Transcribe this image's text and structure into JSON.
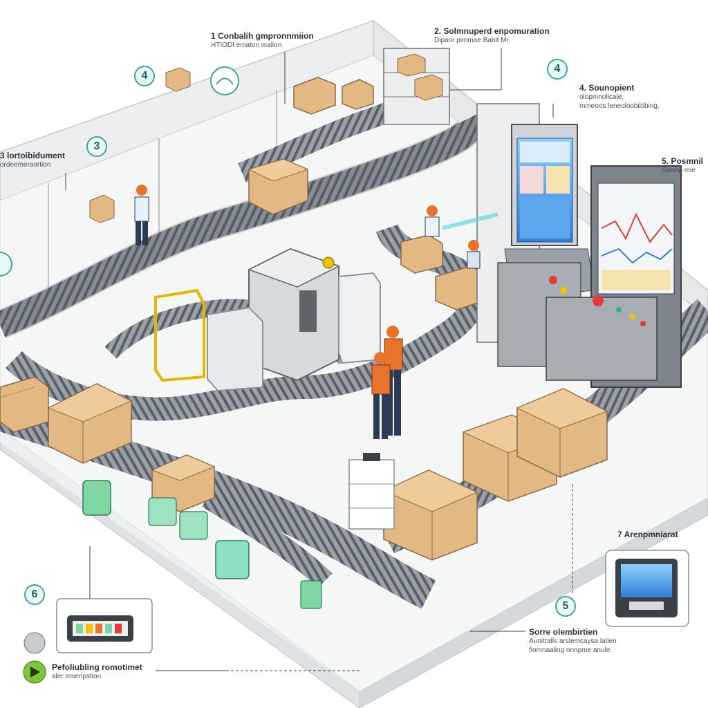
{
  "callouts": {
    "c1": {
      "head": "1 Conbalih gmpronnmiion",
      "sub": "HTIODI ematon malion"
    },
    "c2": {
      "head": "2. Solmnuperd enpomuration",
      "sub": "Dipaor pimmae Babit Mr,"
    },
    "c3": {
      "head": "3 lortoibidument",
      "sub": "ordeemeraortion"
    },
    "c4": {
      "head": "4. Sounopient",
      "sub": "olopmnolicale,",
      "sub2": "mmeoos leneoloobiitibing,"
    },
    "c5": {
      "head": "5. Posmnil",
      "sub": "Gpaop mie"
    },
    "c7": {
      "head": "7 Arenpmniarat"
    },
    "c8": {
      "head": "Sorre olembirtien",
      "sub": "Aunitralls arslemcaysa latlen",
      "sub2": "fiomnaaling onnpme anule."
    },
    "c9": {
      "head": "Pefoliubling romotimet",
      "sub": "aler emenpstion"
    }
  },
  "badges": {
    "b4a": "4",
    "b3": "3",
    "b4b": "4",
    "b5": "5",
    "b6": "6"
  },
  "colors": {
    "conveyor": "#7d848b",
    "conveyor_dark": "#4a5057",
    "box": "#e3b883",
    "box_dark": "#b98a55",
    "floor": "#f3f4f5",
    "wall": "#eceef0",
    "accent_teal": "#3aa6a0",
    "screen_blue": "#2f7fd6",
    "vest_orange": "#e8732c"
  }
}
